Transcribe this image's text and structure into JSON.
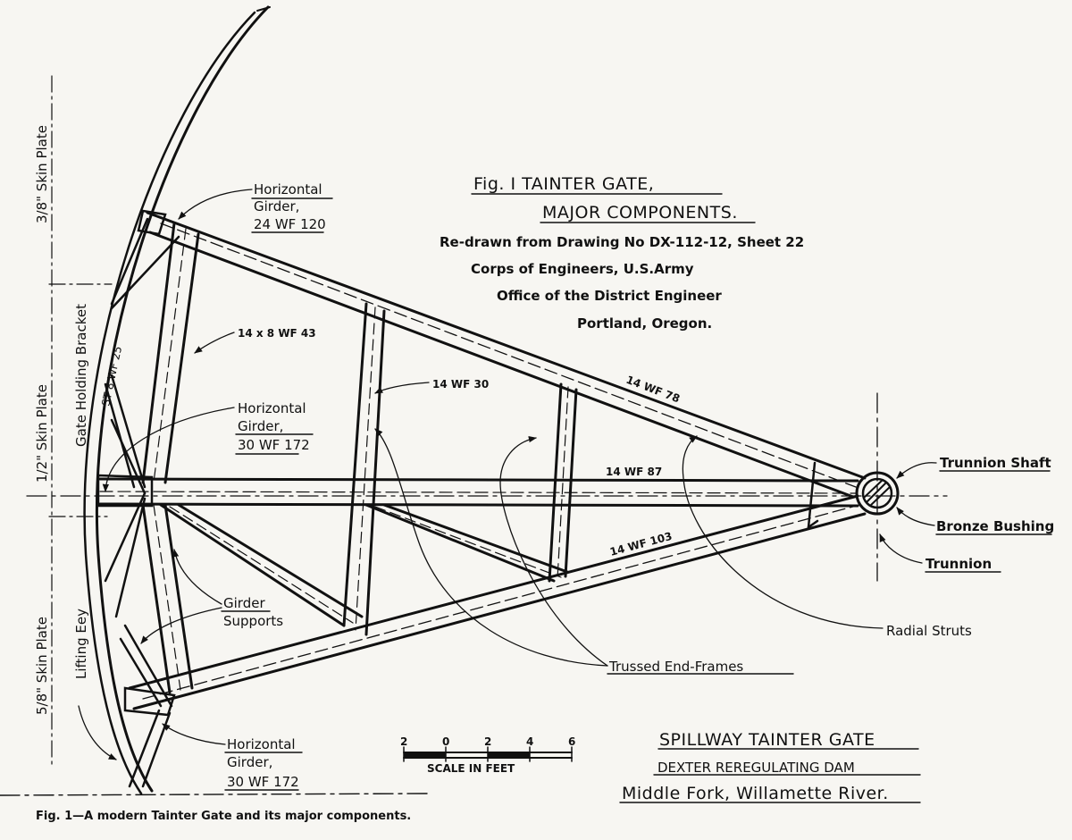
{
  "figure": {
    "title_line1": "Fig. I  TAINTER GATE,",
    "title_line2": "MAJOR COMPONENTS.",
    "source_line1": "Re-drawn from Drawing No DX-112-12, Sheet 22",
    "source_line2": "Corps of Engineers, U.S.Army",
    "source_line3": "Office of the District Engineer",
    "source_line4": "Portland, Oregon."
  },
  "labels": {
    "girder_top_1": "Horizontal",
    "girder_top_2": "Girder,",
    "girder_top_3": "24 WF 120",
    "girder_mid_1": "Horizontal",
    "girder_mid_2": "Girder,",
    "girder_mid_3": "30 WF 172",
    "girder_bot_1": "Horizontal",
    "girder_bot_2": "Girder,",
    "girder_bot_3": "30 WF 172",
    "member_14x8": "14 x 8 WF 43",
    "member_14wf30": "14 WF 30",
    "member_14wf78": "14 WF 78",
    "member_14wf87": "14 WF 87",
    "member_14wf103": "14 WF 103",
    "member_st8": "ST 8 WF 25",
    "trunnion_shaft": "Trunnion Shaft",
    "bronze_bushing": "Bronze Bushing",
    "trunnion": "Trunnion",
    "radial_struts": "Radial Struts",
    "trussed_end_frames": "Trussed End-Frames",
    "girder_supports_1": "Girder",
    "girder_supports_2": "Supports",
    "skin_plate_top": "3/8\" Skin Plate",
    "skin_plate_mid": "1/2\" Skin Plate",
    "skin_plate_bot": "5/8\" Skin Plate",
    "gate_holding_bracket": "Gate Holding Bracket",
    "lifting_eye": "Lifting Eey"
  },
  "scale": {
    "ticks": [
      "2",
      "0",
      "2",
      "4",
      "6"
    ],
    "caption": "SCALE IN FEET"
  },
  "project": {
    "line1": "SPILLWAY TAINTER GATE",
    "line2": "DEXTER REREGULATING DAM",
    "line3": "Middle Fork, Willamette River."
  },
  "caption": "Fig. 1—A modern Tainter Gate and its major components."
}
